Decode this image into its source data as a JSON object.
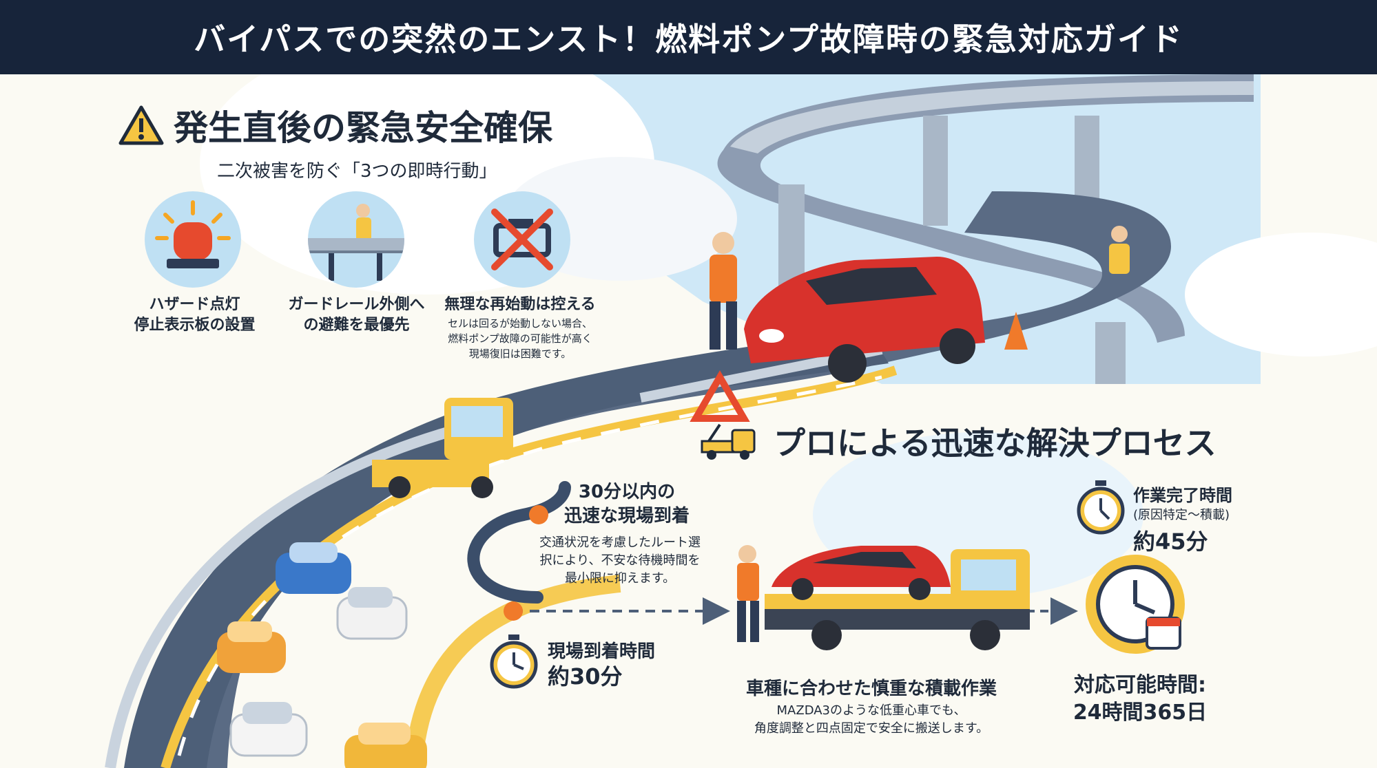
{
  "title": "バイパスでの突然のエンスト！燃料ポンプ故障時の緊急対応ガイド",
  "safety": {
    "heading": "発生直後の緊急安全確保",
    "subheading": "二次被害を防ぐ「3つの即時行動」",
    "actions": [
      {
        "label_line1": "ハザード点灯",
        "label_line2": "停止表示板の設置",
        "icon": "hazard-light-icon"
      },
      {
        "label_line1": "ガードレール外側へ",
        "label_line2": "の避難を最優先",
        "icon": "guardrail-person-icon"
      },
      {
        "label_line1": "無理な再始動は控える",
        "label_line2": "",
        "icon": "no-engine-icon",
        "note_line1": "セルは回るが始動しない場合、",
        "note_line2": "燃料ポンプ故障の可能性が高く",
        "note_line3": "現場復旧は困難です。"
      }
    ]
  },
  "process": {
    "heading": "プロによる迅速な解決プロセス",
    "arrival_title1": "30分以内の",
    "arrival_title2": "迅速な現場到着",
    "arrival_note1": "交通状況を考慮したルート選",
    "arrival_note2": "択により、不安な待機時間を",
    "arrival_note3": "最小限に抑えます。",
    "arrival_time_label": "現場到着時間",
    "arrival_time_value": "約30分",
    "loading_title": "車種に合わせた慎重な積載作業",
    "loading_note1": "MAZDA3のような低重心車でも、",
    "loading_note2": "角度調整と四点固定で安全に搬送します。",
    "completion_label": "作業完了時間",
    "completion_sub": "(原因特定～積載)",
    "completion_value": "約45分",
    "availability_label": "対応可能時間:",
    "availability_value": "24時間365日"
  },
  "colors": {
    "header_bg": "#17243a",
    "accent_yellow": "#f5c542",
    "accent_orange": "#f07a2a",
    "road": "#4d5f78",
    "car_red": "#d8322c",
    "sky": "#cfe8f7"
  }
}
